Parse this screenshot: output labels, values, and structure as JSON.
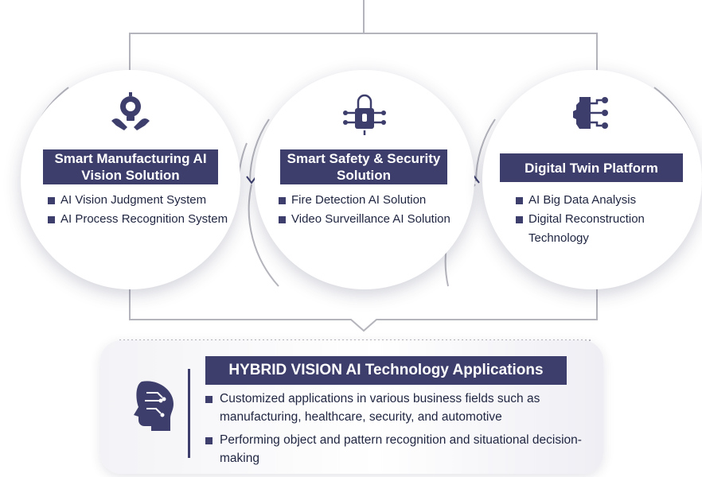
{
  "solutions": [
    {
      "title": "Smart Manufacturing AI Vision Solution",
      "icon": "gear-bulb-hands-icon",
      "items": [
        "AI Vision Judgment System",
        "AI Process Recognition System"
      ]
    },
    {
      "title": "Smart Safety & Security Solution",
      "icon": "circuit-lock-icon",
      "items": [
        "Fire Detection AI Solution",
        "Video Surveillance AI Solution"
      ]
    },
    {
      "title": "Digital Twin Platform",
      "icon": "gear-network-icon",
      "items": [
        "AI Big Data Analysis",
        "Digital Reconstruction Technology"
      ]
    }
  ],
  "applications": {
    "title": "HYBRID VISION AI Technology Applications",
    "icon": "ai-head-icon",
    "items": [
      "Customized applications in various business fields such as manufacturing, healthcare, security, and automotive",
      "Performing object and pattern recognition and situational decision-making"
    ]
  },
  "colors": {
    "accent": "#3d3e6b",
    "line": "#b4b4bc"
  }
}
